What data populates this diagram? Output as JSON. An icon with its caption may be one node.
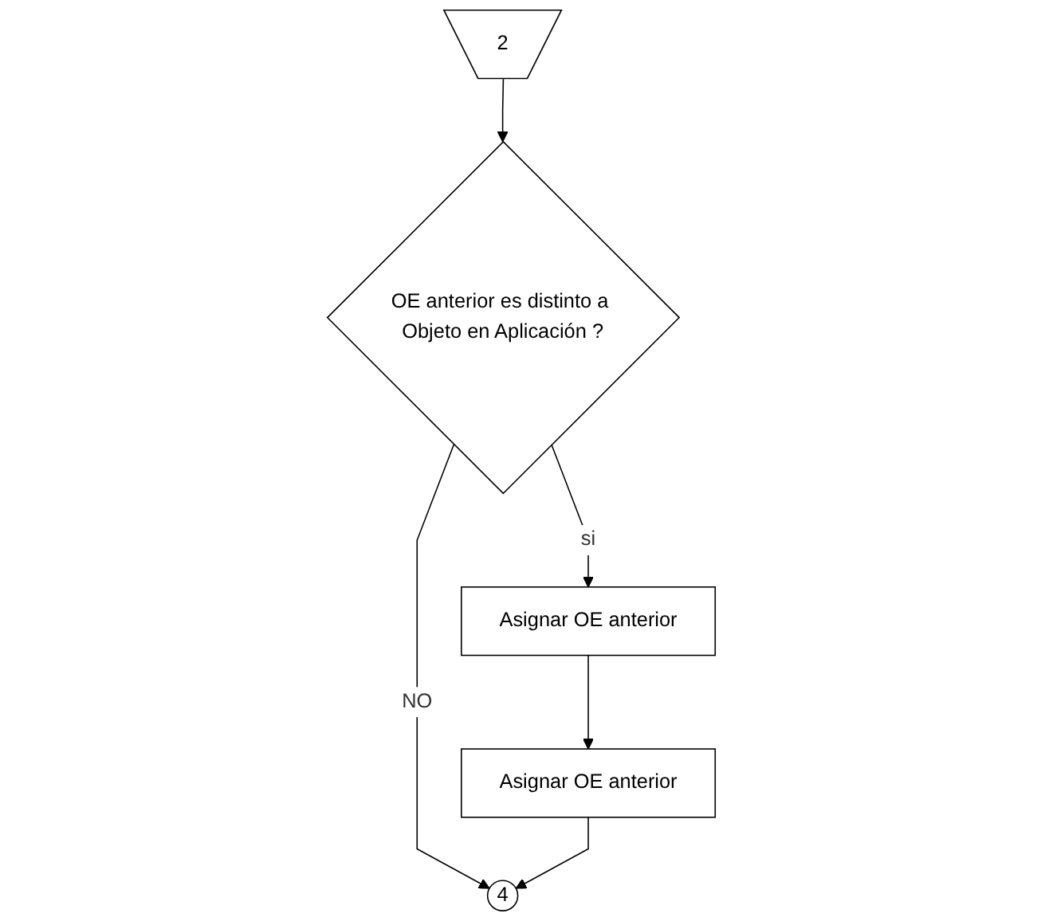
{
  "diagram": {
    "nodes": [
      {
        "text": [
          "2"
        ]
      },
      {
        "text": [
          "OE anterior es distinto a Objeto en Aplicación ?"
        ]
      },
      {
        "text": [
          "Asignar OE anterior"
        ]
      },
      {
        "text": [
          "Asignar OE anterior"
        ]
      },
      {
        "text": [
          "4"
        ]
      }
    ],
    "edges": [
      {
        "from": 0,
        "to": 1,
        "arrow": "to"
      },
      {
        "from": 1,
        "to": 2,
        "arrow": "to",
        "label": "si"
      },
      {
        "from": 2,
        "to": 3,
        "arrow": "to"
      },
      {
        "from": 1,
        "to": 4,
        "arrow": "to",
        "label": "NO"
      },
      {
        "from": 3,
        "to": 4,
        "arrow": "to"
      }
    ]
  }
}
